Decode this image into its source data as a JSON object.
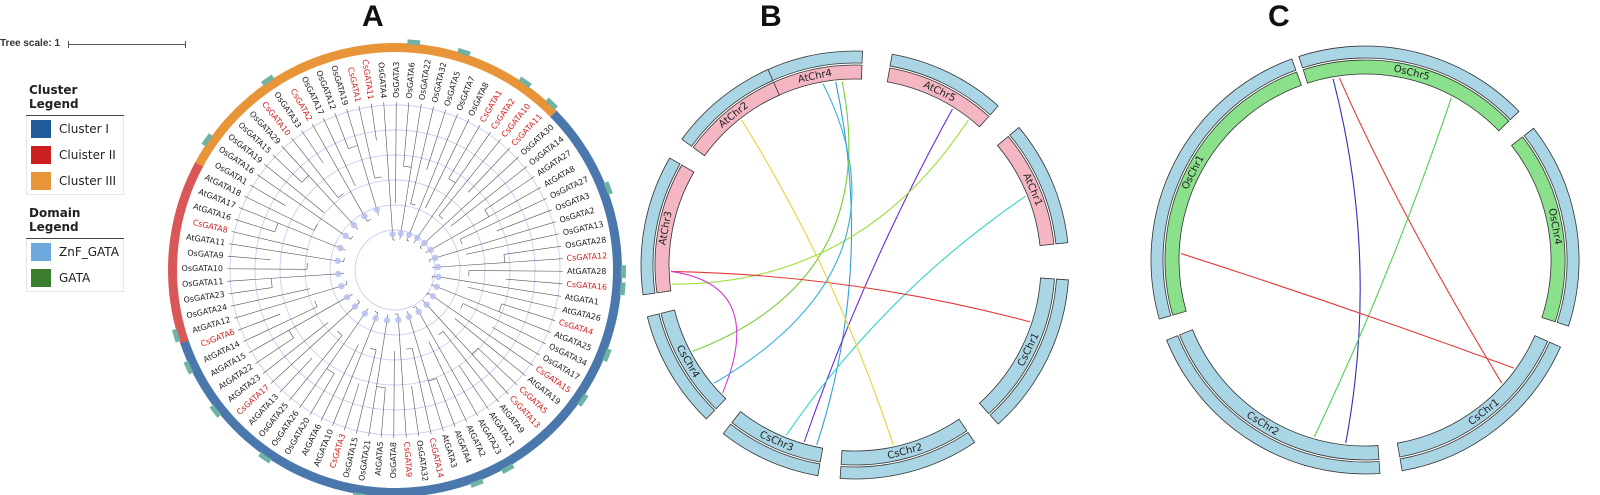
{
  "panels": {
    "a": "A",
    "b": "B",
    "c": "C"
  },
  "tree_scale": {
    "label": "Tree scale: 1"
  },
  "cluster_legend": {
    "title": "Cluster Legend",
    "items": [
      {
        "label": "Cluster I",
        "color": "#1f5a99"
      },
      {
        "label": "Cluister II",
        "color": "#cc1f1f"
      },
      {
        "label": "Cluster III",
        "color": "#e8953a"
      }
    ]
  },
  "domain_legend": {
    "title": "Domain Legend",
    "items": [
      {
        "label": "ZnF_GATA",
        "color": "#6fa8dc"
      },
      {
        "label": "GATA",
        "color": "#3a7d2c"
      }
    ]
  },
  "tree": {
    "colors": {
      "cluster1": "#4a78ad",
      "cluster2": "#d95757",
      "cluster3": "#e8953a",
      "cs_label": "#d42020",
      "other_label": "#222222"
    },
    "leaves": [
      "OsGATA4",
      "OsGATA3",
      "OsGATA6",
      "OsGATA22",
      "OsGATA32",
      "OsGATA5",
      "OsGATA7",
      "OsGATA8",
      "CsGATA1",
      "CsGATA2",
      "CsGATA10",
      "CsGATA11",
      "OsGATA30",
      "OsGATA14",
      "AtGATA27",
      "AtGATA8",
      "OsGATA27",
      "OsGATA3",
      "OsGATA2",
      "OsGATA13",
      "OsGATA28",
      "CsGATA12",
      "AtGATA28",
      "CsGATA16",
      "AtGATA1",
      "AtGATA26",
      "CsGATA4",
      "AtGATA25",
      "OsGATA34",
      "OsGATA17",
      "CsGATA15",
      "AtGATA19",
      "CsGATA5",
      "CsGATA13",
      "AtGATA9",
      "AtGATA21",
      "AtGATA23",
      "AtGATA2",
      "AtGATA4",
      "AtGATA3",
      "CsGATA14",
      "OsGATA32",
      "CsGATA9",
      "OsGATA8",
      "AtGATA5",
      "OsGATA21",
      "OsGATA15",
      "CsGATA3",
      "AtGATA10",
      "AtGATA6",
      "OsGATA20",
      "OsGATA26",
      "OsGATA25",
      "AtGATA13",
      "CsGATA17",
      "AtGATA23",
      "AtGATA22",
      "AtGATA15",
      "AtGATA14",
      "CsGATA6",
      "AtGATA12",
      "OsGATA24",
      "OsGATA23",
      "OsGATA11",
      "OsGATA10",
      "OsGATA9",
      "AtGATA11",
      "CsGATA8",
      "AtGATA16",
      "AtGATA17",
      "AtGATA18",
      "OsGATA1",
      "OsGATA16",
      "OsGATA19",
      "OsGATA15",
      "OsGATA29",
      "CsGATA10",
      "OsGATA33",
      "CsGATA2",
      "OsGATA17",
      "OsGATA12",
      "OsGATA19",
      "CsGATA1",
      "CsGATA11"
    ],
    "cluster_sequence": [
      3,
      3,
      3,
      3,
      3,
      3,
      3,
      3,
      3,
      3,
      3,
      3,
      1,
      1,
      1,
      1,
      1,
      1,
      1,
      1,
      1,
      1,
      1,
      1,
      1,
      1,
      1,
      1,
      1,
      1,
      1,
      1,
      1,
      1,
      1,
      1,
      1,
      1,
      1,
      1,
      1,
      1,
      1,
      1,
      1,
      1,
      1,
      1,
      1,
      1,
      1,
      1,
      1,
      1,
      1,
      1,
      1,
      1,
      1,
      1,
      2,
      2,
      2,
      2,
      2,
      2,
      2,
      2,
      2,
      2,
      2,
      3,
      3,
      3,
      3,
      3,
      3,
      3,
      3,
      3,
      3,
      3,
      3,
      3
    ]
  },
  "circos_b": {
    "chromosomes": [
      {
        "name": "AtChr4",
        "species": "At"
      },
      {
        "name": "AtChr5",
        "species": "At"
      },
      {
        "name": "AtChr1",
        "species": "At"
      },
      {
        "name": "CsChr1",
        "species": "Cs"
      },
      {
        "name": "CsChr2",
        "species": "Cs"
      },
      {
        "name": "CsChr3",
        "species": "Cs"
      },
      {
        "name": "CsChr4",
        "species": "Cs"
      },
      {
        "name": "AtChr3",
        "species": "At"
      },
      {
        "name": "AtChr2",
        "species": "At"
      }
    ],
    "colors": {
      "At": "#f4b6c2",
      "Cs": "#a9d5e4",
      "outline": "#333333"
    },
    "links": [
      {
        "color": "#2f9fd8"
      },
      {
        "color": "#7acb3a"
      },
      {
        "color": "#6a2bd1"
      },
      {
        "color": "#9be03a"
      },
      {
        "color": "#35d6c0"
      },
      {
        "color": "#e23a3a"
      },
      {
        "color": "#e8d23a"
      },
      {
        "color": "#d13ad1"
      },
      {
        "color": "#3ab0e0"
      }
    ]
  },
  "circos_c": {
    "chromosomes": [
      {
        "name": "OsChr5",
        "species": "Os"
      },
      {
        "name": "OsChr4",
        "species": "Os"
      },
      {
        "name": "CsChr1",
        "species": "Cs"
      },
      {
        "name": "CsChr2",
        "species": "Cs"
      },
      {
        "name": "OsChr1",
        "species": "Os"
      }
    ],
    "colors": {
      "Os": "#8be08b",
      "Cs": "#a9d5e4",
      "outline": "#333333"
    },
    "links": [
      {
        "color": "#2f2fb5"
      },
      {
        "color": "#e23a3a"
      },
      {
        "color": "#4fd04f"
      },
      {
        "color": "#e23a3a"
      }
    ]
  }
}
